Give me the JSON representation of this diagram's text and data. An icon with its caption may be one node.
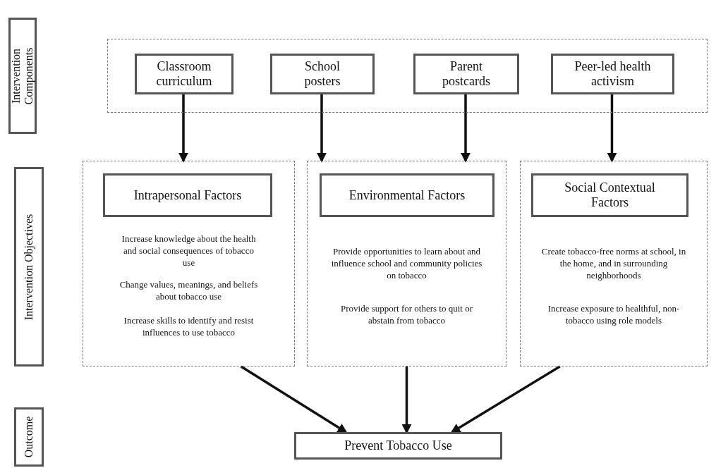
{
  "diagram": {
    "nodes": [
      {
        "text": [
          "Intervention Components"
        ]
      },
      {
        "text": [],
        "shape": "box"
      },
      {
        "text": [
          "Classroom curriculum"
        ],
        "in": 1
      },
      {
        "text": [
          "School posters"
        ],
        "in": 1
      },
      {
        "text": [
          "Parent postcards"
        ],
        "in": 1
      },
      {
        "text": [
          "Peer-led health activism"
        ],
        "in": 1
      },
      {
        "text": [
          "Intervention Objectives"
        ]
      },
      {
        "text": [
          "Increase knowledge about the health and social consequences of tobacco use",
          "Change values, meanings, and beliefs about tobacco use",
          "Increase skills to identify and resist influences to use tobacco"
        ]
      },
      {
        "text": [
          "Intrapersonal Factors"
        ],
        "in": 7
      },
      {
        "text": [
          "Provide opportunities to learn about and influence school and community policies on tobacco",
          "Provide support for others to quit or abstain from tobacco"
        ]
      },
      {
        "text": [
          "Environmental Factors"
        ],
        "in": 9
      },
      {
        "text": [
          "Create tobacco-free norms at school, in the home, and in surrounding neighborhoods",
          "Increase exposure to healthful, non-tobacco using role models"
        ]
      },
      {
        "text": [
          "Social Contextual Factors"
        ],
        "in": 11
      },
      {
        "text": [
          "Outcome"
        ]
      },
      {
        "text": [
          "Prevent Tobacco Use"
        ]
      }
    ],
    "edges": [
      {
        "from": 2,
        "to": 7,
        "arrow": "to"
      },
      {
        "from": 3,
        "to": 9,
        "arrow": "to"
      },
      {
        "from": 4,
        "to": 9,
        "arrow": "to"
      },
      {
        "from": 5,
        "to": 11,
        "arrow": "to"
      },
      {
        "from": 7,
        "to": 14,
        "arrow": "to"
      },
      {
        "from": 9,
        "to": 14,
        "arrow": "to"
      },
      {
        "from": 11,
        "to": 14,
        "arrow": "to"
      }
    ]
  }
}
